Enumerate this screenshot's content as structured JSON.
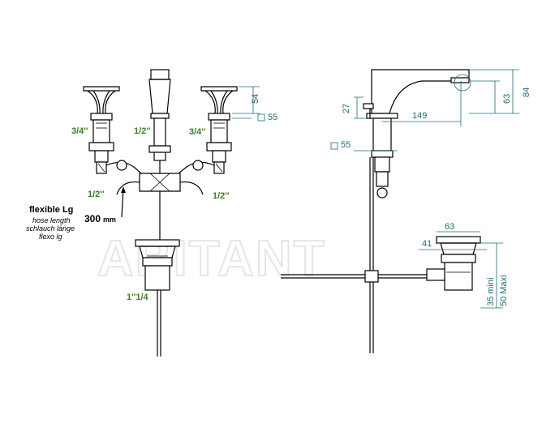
{
  "watermark": "ABITANT",
  "front_view": {
    "left_inlet_label": "3/4''",
    "center_inlet_label": "1/2''",
    "right_inlet_label": "3/4''",
    "left_outlet_label": "1/2''",
    "right_outlet_label": "1/2''",
    "drain_label": "1''1/4",
    "dim_height": "54",
    "dim_square": "55",
    "hose_title": "flexible Lg",
    "hose_lines": [
      "hose length",
      "schlauch länge",
      "flexo lg"
    ],
    "hose_length": "300",
    "hose_unit": "mm"
  },
  "side_view": {
    "dim_84": "84",
    "dim_63": "63",
    "dim_27": "27",
    "dim_149": "149",
    "dim_square": "55",
    "dim_drain_top": "63",
    "dim_drain_bottom": "41",
    "dim_min": "35 mini",
    "dim_max": "50 Maxi"
  },
  "colors": {
    "dimension": "#1f6d73",
    "label_green": "#3f7d22",
    "line": "#000000"
  }
}
